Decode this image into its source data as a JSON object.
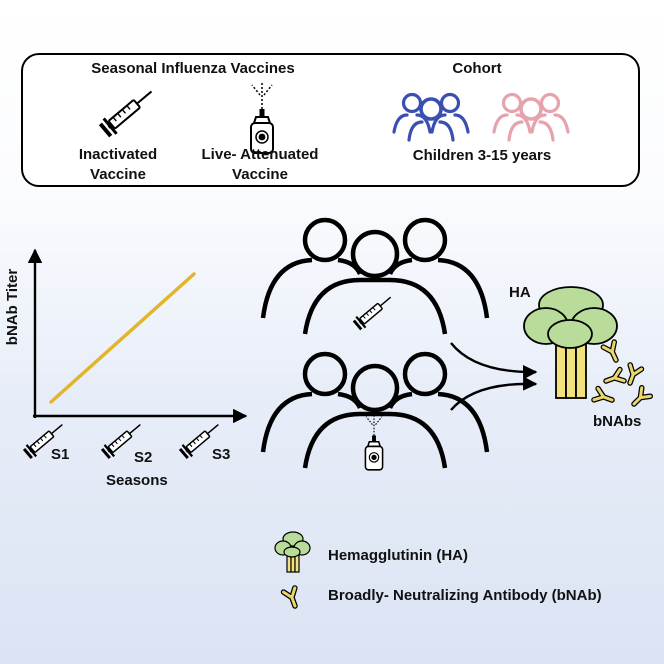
{
  "top_panel": {
    "vaccines_title": "Seasonal Influenza Vaccines",
    "cohort_title": "Cohort",
    "inactivated_line1": "Inactivated",
    "inactivated_line2": "Vaccine",
    "live_line1": "Live- Attenuated",
    "live_line2": "Vaccine",
    "cohort_label": "Children 3-15 years",
    "cohort_colors": [
      "#3a4fb0",
      "#e6a3ad"
    ]
  },
  "graph": {
    "ylabel": "bNAb Titer",
    "xlabel": "Seasons",
    "ticks": [
      "S1",
      "S2",
      "S3"
    ],
    "line_color": "#e3b52c",
    "trend": "increasing"
  },
  "figure": {
    "ha_label": "HA",
    "bnabs_label": "bNAbs"
  },
  "legend": {
    "ha": "Hemagglutinin (HA)",
    "bnab": "Broadly- Neutralizing Antibody (bNAb)"
  },
  "colors": {
    "ha_head": "#b9dc9a",
    "ha_stem": "#f2e27e",
    "antibody": "#e8d86c"
  },
  "icons": [
    "syringe-icon",
    "nasal-spray-icon",
    "people-icon",
    "hemagglutinin-icon",
    "antibody-icon"
  ]
}
